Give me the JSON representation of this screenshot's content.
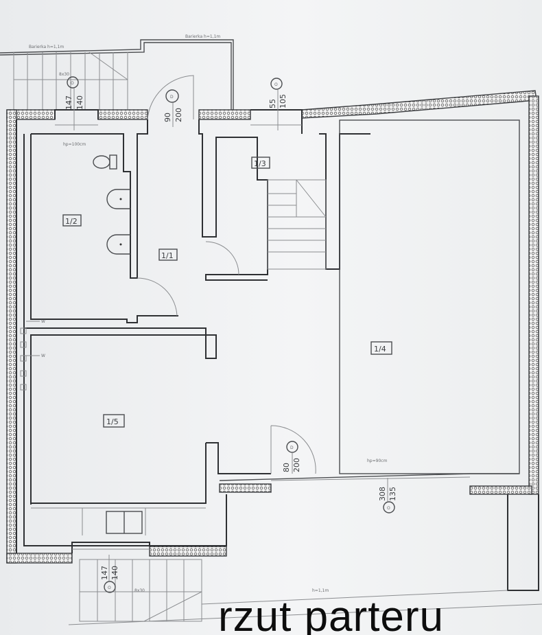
{
  "title": "rzut parteru",
  "railing_labels": [
    "Barierka h=1,1m",
    "Barierka h=1,1m",
    "h=1,1m"
  ],
  "stair_labels": [
    "8x30",
    "8x30"
  ],
  "rooms": [
    "1/1",
    "1/2",
    "1/3",
    "1/4",
    "1/5"
  ],
  "sill_labels": [
    "hp=100cm",
    "hp=90cm"
  ],
  "openings": [
    {
      "type": "O",
      "width": "147",
      "height": "140"
    },
    {
      "type": "D",
      "width": "90",
      "height": "200"
    },
    {
      "type": "O",
      "width": "55",
      "height": "105"
    },
    {
      "type": "D",
      "width": "80",
      "height": "200"
    },
    {
      "type": "O",
      "width": "308",
      "height": "135"
    },
    {
      "type": "O",
      "width": "147",
      "height": "140"
    }
  ],
  "vent_label": "W"
}
